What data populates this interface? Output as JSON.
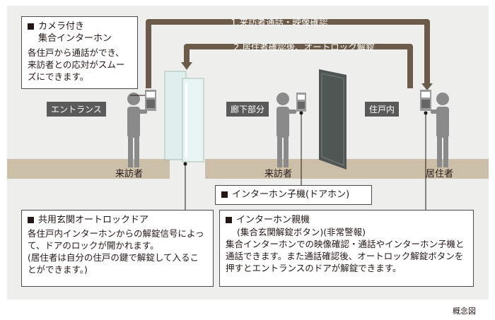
{
  "flows": {
    "step1": "1.来訪者通話・映像確認",
    "step2": "2.居住者確認後、オートロック解錠"
  },
  "areas": {
    "entrance": "エントランス",
    "corridor": "廊下部分",
    "dwelling": "住戸内"
  },
  "roles": {
    "visitor_entrance": "来訪者",
    "visitor_corridor": "来訪者",
    "resident": "居住者"
  },
  "boxes": {
    "camera": {
      "title": "カメラ付き\n集合インターホン",
      "body": "各住戸から通話ができ、来訪者との応対がスムーズにできます。"
    },
    "child": {
      "title": "インターホン子機(ドアホン)"
    },
    "autolock": {
      "title": "共用玄関オートロックドア",
      "body": "各住戸内インターホンからの解錠信号によって、ドアのロックが開かれます。\n(居住者は自分の住戸の鍵で解錠して入ることができます。)"
    },
    "master": {
      "title": "インターホン親機",
      "subtitle": "(集合玄関解錠ボタン)(非常警報)",
      "body": "集合インターホンでの映像確認・通話やインターホン子機と通話できます。また通話確認後、オートロック解錠ボタンを押すとエントランスのドアが解錠できます。"
    }
  },
  "footnote": "概念図",
  "colors": {
    "arrow": "#6b5b48",
    "floor": "#cbbfa8",
    "label_bg": "#5a5a5a",
    "figure": "#8a8a8a",
    "door": "#4f5654",
    "glass": "#dff0ec"
  }
}
